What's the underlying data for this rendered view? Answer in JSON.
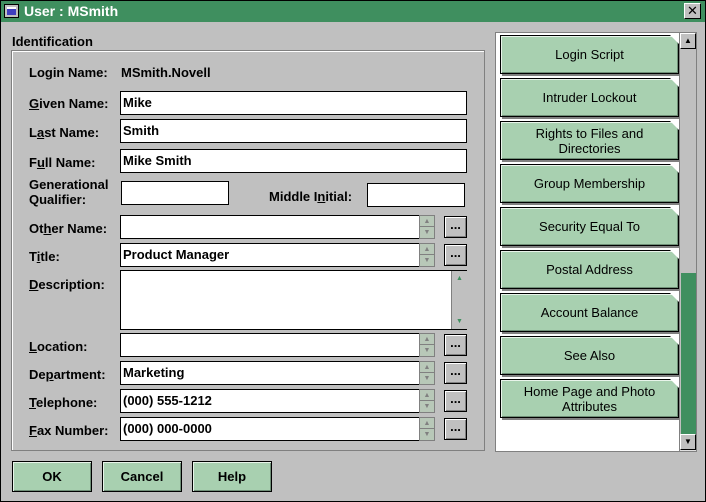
{
  "window": {
    "title": "User : MSmith",
    "close_glyph": "✕"
  },
  "group": {
    "label": "Identification"
  },
  "labels": {
    "login_name": "Login Name:",
    "given_name": {
      "accel": "G",
      "rest": "iven Name:"
    },
    "last_name": {
      "pre": "L",
      "accel": "a",
      "rest": "st Name:"
    },
    "full_name": {
      "pre": "F",
      "accel": "u",
      "rest": "ll Name:"
    },
    "generational_1": "Generational",
    "generational_2": "Qualifier:",
    "middle_initial": {
      "pre": "Middle I",
      "accel": "n",
      "rest": "itial:"
    },
    "other_name": {
      "pre": "Ot",
      "accel": "h",
      "rest": "er Name:"
    },
    "title": {
      "pre": "T",
      "accel": "i",
      "rest": "tle:"
    },
    "description": {
      "accel": "D",
      "rest": "escription:"
    },
    "location": {
      "accel": "L",
      "rest": "ocation:"
    },
    "department": {
      "pre": "De",
      "accel": "p",
      "rest": "artment:"
    },
    "telephone": {
      "accel": "T",
      "rest": "elephone:"
    },
    "fax_number": {
      "accel": "F",
      "rest": "ax Number:"
    }
  },
  "values": {
    "login_name": "MSmith.Novell",
    "given_name": "Mike",
    "last_name": "Smith",
    "full_name": "Mike Smith",
    "generational_qualifier": "",
    "middle_initial": "",
    "other_name": "",
    "title": "Product Manager",
    "description": "",
    "location": "",
    "department": "Marketing",
    "telephone": "(000) 555-1212",
    "fax_number": "(000) 000-0000"
  },
  "ellipsis": "...",
  "pages": [
    "Login Script",
    "Intruder Lockout",
    "Rights to Files and Directories",
    "Group Membership",
    "Security Equal To",
    "Postal Address",
    "Account Balance",
    "See Also",
    "Home Page and Photo Attributes"
  ],
  "buttons": {
    "ok": "OK",
    "cancel": "Cancel",
    "help": "Help"
  }
}
